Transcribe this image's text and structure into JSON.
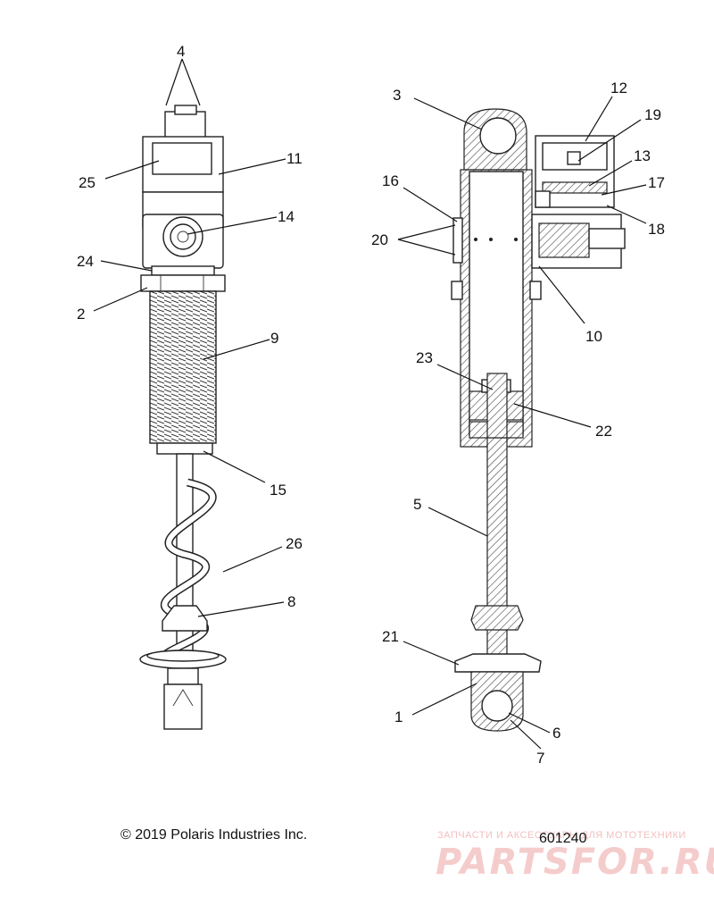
{
  "callouts": [
    {
      "id": "c4",
      "text": "4"
    },
    {
      "id": "c25",
      "text": "25"
    },
    {
      "id": "c11",
      "text": "11"
    },
    {
      "id": "c14",
      "text": "14"
    },
    {
      "id": "c24",
      "text": "24"
    },
    {
      "id": "c2",
      "text": "2"
    },
    {
      "id": "c9",
      "text": "9"
    },
    {
      "id": "c15",
      "text": "15"
    },
    {
      "id": "c26",
      "text": "26"
    },
    {
      "id": "c8",
      "text": "8"
    },
    {
      "id": "c3",
      "text": "3"
    },
    {
      "id": "c12",
      "text": "12"
    },
    {
      "id": "c19",
      "text": "19"
    },
    {
      "id": "c13",
      "text": "13"
    },
    {
      "id": "c16",
      "text": "16"
    },
    {
      "id": "c17",
      "text": "17"
    },
    {
      "id": "c18",
      "text": "18"
    },
    {
      "id": "c20",
      "text": "20"
    },
    {
      "id": "c10",
      "text": "10"
    },
    {
      "id": "c23",
      "text": "23"
    },
    {
      "id": "c22",
      "text": "22"
    },
    {
      "id": "c5",
      "text": "5"
    },
    {
      "id": "c21",
      "text": "21"
    },
    {
      "id": "c1",
      "text": "1"
    },
    {
      "id": "c6",
      "text": "6"
    },
    {
      "id": "c7",
      "text": "7"
    }
  ],
  "footer": {
    "copyright": "© 2019 Polaris Industries Inc.",
    "diagram_id": "601240"
  },
  "watermark": {
    "tagline": "ЗАПЧАСТИ И АКСЕССУАРЫ ДЛЯ МОТОТЕХНИКИ",
    "brand": "PARTSFOR.RU"
  }
}
